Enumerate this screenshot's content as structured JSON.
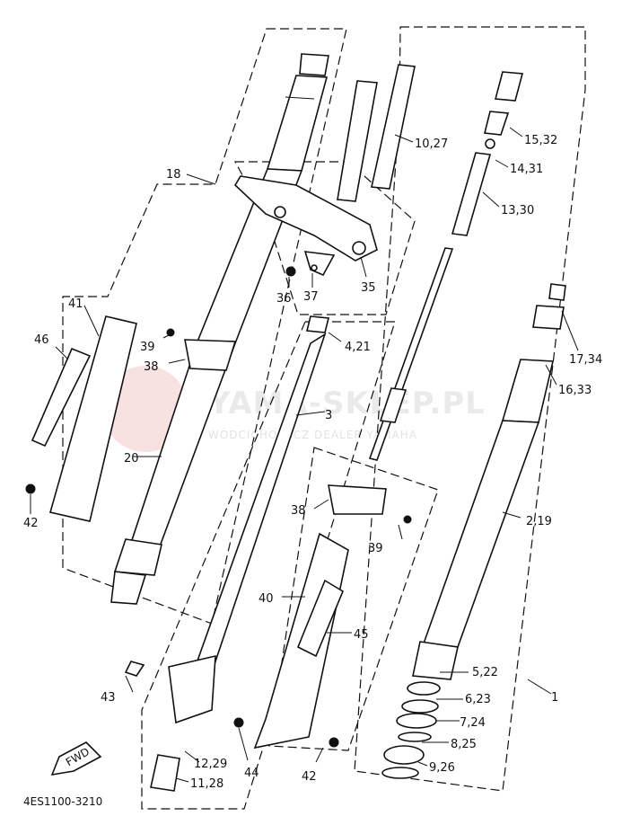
{
  "diagram_code": "4ES1100-3210",
  "fwd_label": "FWD",
  "watermark": {
    "title": "YAMA-SKLEP.PL",
    "subtitle": "WÓDCICHOWICZ DEALER YAMAHA"
  },
  "part_labels": [
    {
      "id": "18",
      "text": "18"
    },
    {
      "id": "10-27",
      "text": "10,27"
    },
    {
      "id": "15-32",
      "text": "15,32"
    },
    {
      "id": "14-31",
      "text": "14,31"
    },
    {
      "id": "13-30",
      "text": "13,30"
    },
    {
      "id": "36",
      "text": "36"
    },
    {
      "id": "37",
      "text": "37"
    },
    {
      "id": "35",
      "text": "35"
    },
    {
      "id": "41",
      "text": "41"
    },
    {
      "id": "46",
      "text": "46"
    },
    {
      "id": "39a",
      "text": "39"
    },
    {
      "id": "38a",
      "text": "38"
    },
    {
      "id": "4-21",
      "text": "4,21"
    },
    {
      "id": "17-34",
      "text": "17,34"
    },
    {
      "id": "16-33",
      "text": "16,33"
    },
    {
      "id": "3",
      "text": "3"
    },
    {
      "id": "20",
      "text": "20"
    },
    {
      "id": "42a",
      "text": "42"
    },
    {
      "id": "38b",
      "text": "38"
    },
    {
      "id": "39b",
      "text": "39"
    },
    {
      "id": "2-19",
      "text": "2,19"
    },
    {
      "id": "40",
      "text": "40"
    },
    {
      "id": "45",
      "text": "45"
    },
    {
      "id": "5-22",
      "text": "5,22"
    },
    {
      "id": "1",
      "text": "1"
    },
    {
      "id": "43",
      "text": "43"
    },
    {
      "id": "6-23",
      "text": "6,23"
    },
    {
      "id": "7-24",
      "text": "7,24"
    },
    {
      "id": "8-25",
      "text": "8,25"
    },
    {
      "id": "12-29",
      "text": "12,29"
    },
    {
      "id": "9-26",
      "text": "9,26"
    },
    {
      "id": "11-28",
      "text": "11,28"
    },
    {
      "id": "44",
      "text": "44"
    },
    {
      "id": "42b",
      "text": "42"
    }
  ]
}
